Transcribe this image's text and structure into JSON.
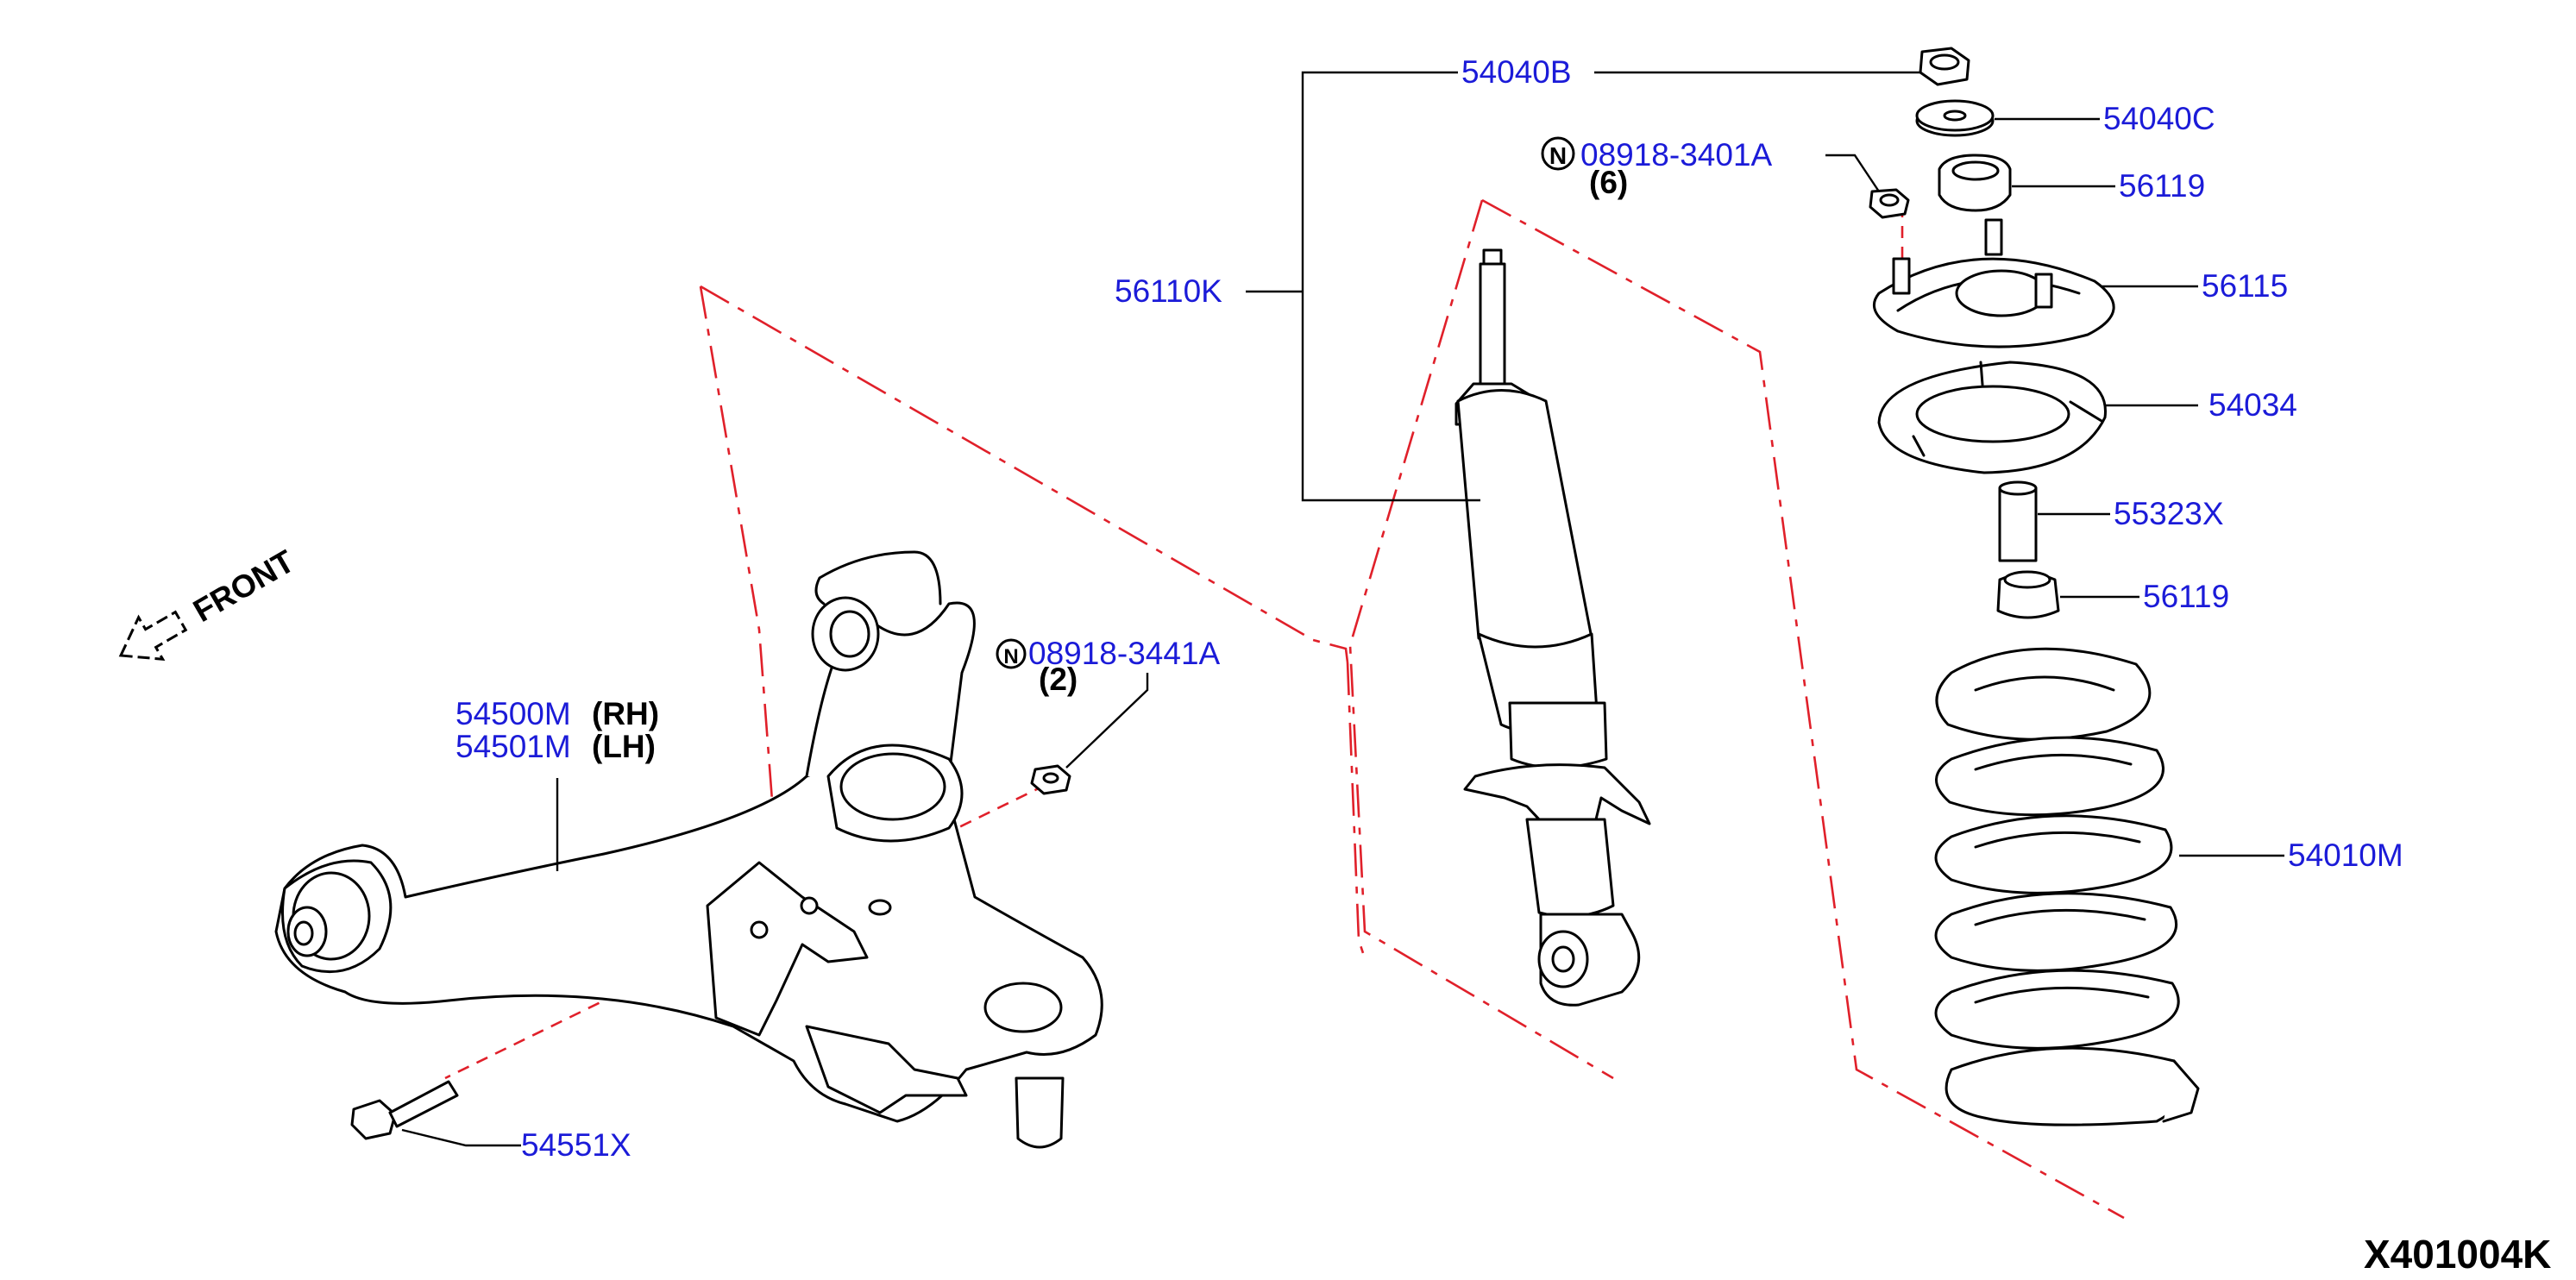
{
  "colors": {
    "part_number": "#1b1bd8",
    "line": "#000000",
    "dash": "#e0202a",
    "background": "#ffffff"
  },
  "direction": {
    "text": "FRONT"
  },
  "labels": {
    "p54040B": "54040B",
    "p54040C": "54040C",
    "p56119_top": "56119",
    "p08918_top": "08918-3401A",
    "p08918_top_qty": "(6)",
    "p56110K": "56110K",
    "p56115": "56115",
    "p54034": "54034",
    "p55323X": "55323X",
    "p56119_low": "56119",
    "p54010M": "54010M",
    "p54500M": "54500M",
    "p54500M_side": "(RH)",
    "p54501M": "54501M",
    "p54501M_side": "(LH)",
    "p08918_low": "08918-3441A",
    "p08918_low_qty": "(2)",
    "p54551X": "54551X"
  },
  "n_mark": "N",
  "diagram_code": "X401004K"
}
